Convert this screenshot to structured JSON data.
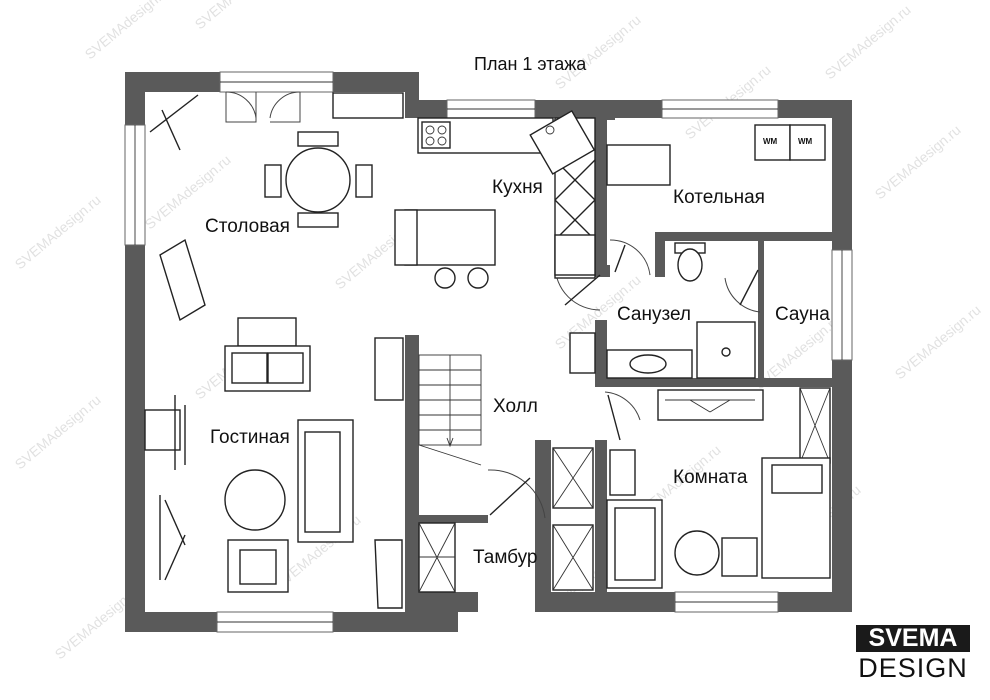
{
  "title": "План 1 этажа",
  "rooms": {
    "dining": "Столовая",
    "kitchen": "Кухня",
    "boiler": "Котельная",
    "bathroom": "Санузел",
    "sauna": "Сауна",
    "living": "Гостиная",
    "hall": "Холл",
    "room": "Комната",
    "vestibule": "Тамбур"
  },
  "appliances": {
    "washer_1": "WM",
    "washer_2": "WM"
  },
  "watermark": "SVEMAdesign.ru",
  "logo": {
    "top": "SVEMA",
    "bottom": "DESIGN"
  },
  "colors": {
    "wall": "#5a5a5a",
    "line": "#222222",
    "background": "#ffffff"
  }
}
